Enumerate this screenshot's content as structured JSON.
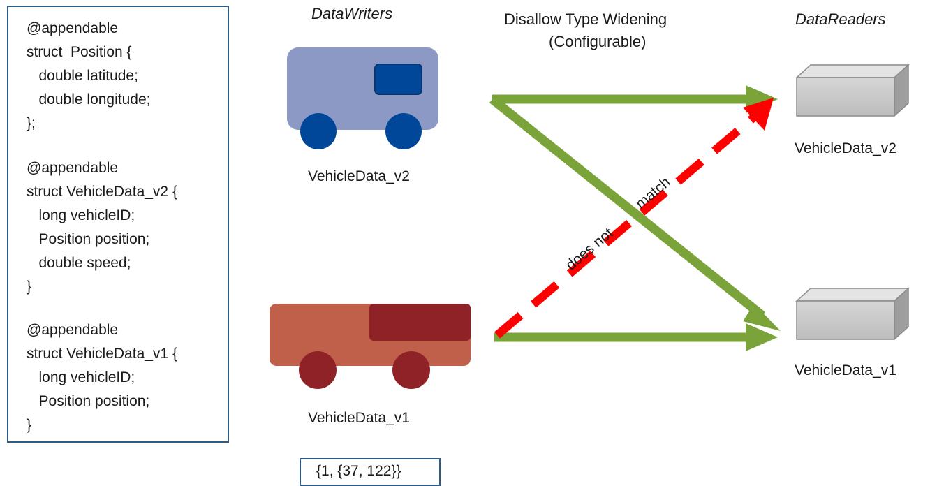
{
  "code": {
    "lines": [
      "@appendable",
      "struct  Position {",
      "   double latitude;",
      "   double longitude;",
      "};",
      "",
      "@appendable",
      "struct VehicleData_v2 {",
      "   long vehicleID;",
      "   Position position;",
      "   double speed;",
      "}",
      "",
      "@appendable",
      "struct VehicleData_v1 {",
      "   long vehicleID;",
      "   Position position;",
      "}"
    ]
  },
  "headers": {
    "writers": "DataWriters",
    "policy_line1": "Disallow Type Widening",
    "policy_line2": "(Configurable)",
    "readers": "DataReaders"
  },
  "writers": {
    "v2_label": "VehicleData_v2",
    "v1_label": "VehicleData_v1",
    "sample_value": "{1, {37, 122}}"
  },
  "readers": {
    "v2_label": "VehicleData_v2",
    "v1_label": "VehicleData_v1"
  },
  "annotation": {
    "part1": "does not",
    "part2": "match"
  },
  "colors": {
    "green_arrow": "#7aa33a",
    "red_dashed": "#ff0000",
    "truck_blue_body": "#8c99c4",
    "truck_blue_dark": "#00479a",
    "truck_red_body": "#c0604a",
    "truck_red_dark": "#8e2227",
    "box_border": "#2e5a8a",
    "reader_box": "#c8c8c8"
  }
}
